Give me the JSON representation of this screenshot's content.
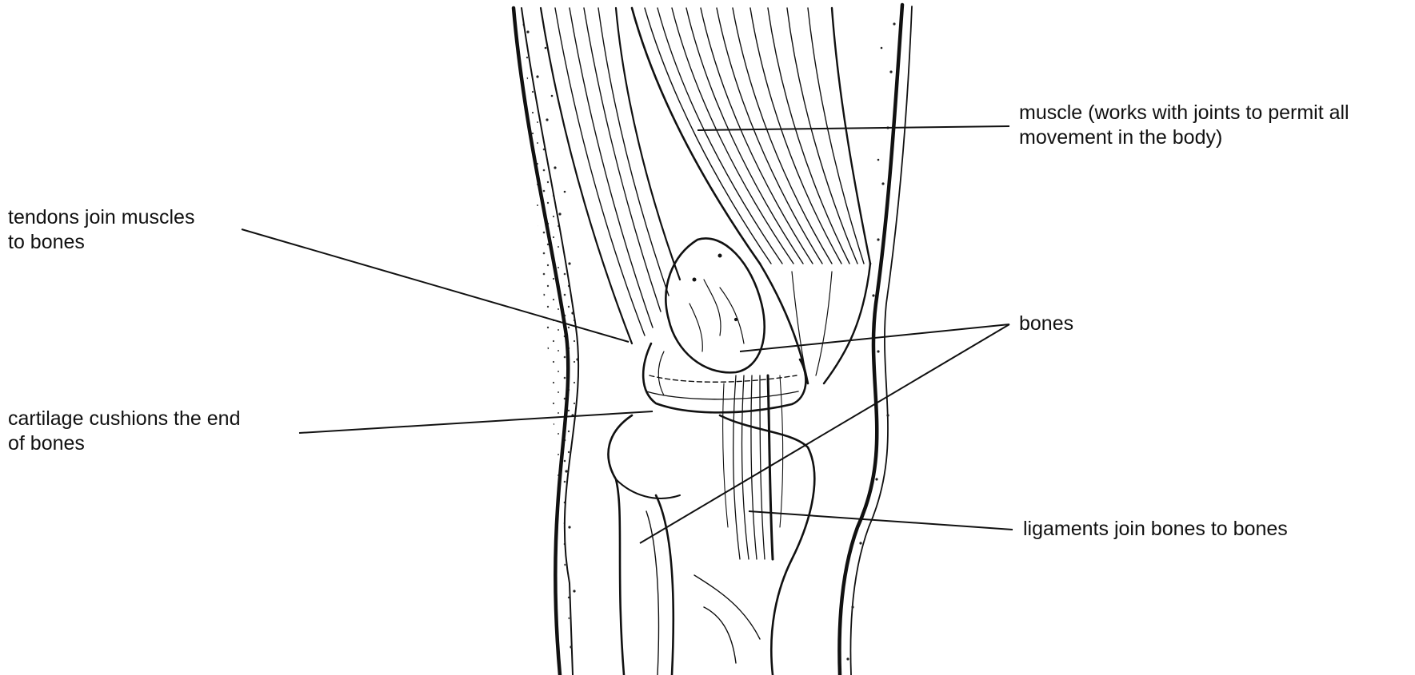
{
  "diagram": {
    "labels": {
      "muscle": {
        "line1": "muscle (works with joints to permit all",
        "line2": "movement in the body)"
      },
      "tendons": {
        "line1": "tendons join muscles",
        "line2": "to bones"
      },
      "bones": {
        "line1": "bones"
      },
      "cartilage": {
        "line1": "cartilage cushions the end",
        "line2": "of bones"
      },
      "ligaments": {
        "line1": "ligaments join bones to bones"
      }
    },
    "colors": {
      "ink": "#111111",
      "background": "#ffffff"
    }
  }
}
